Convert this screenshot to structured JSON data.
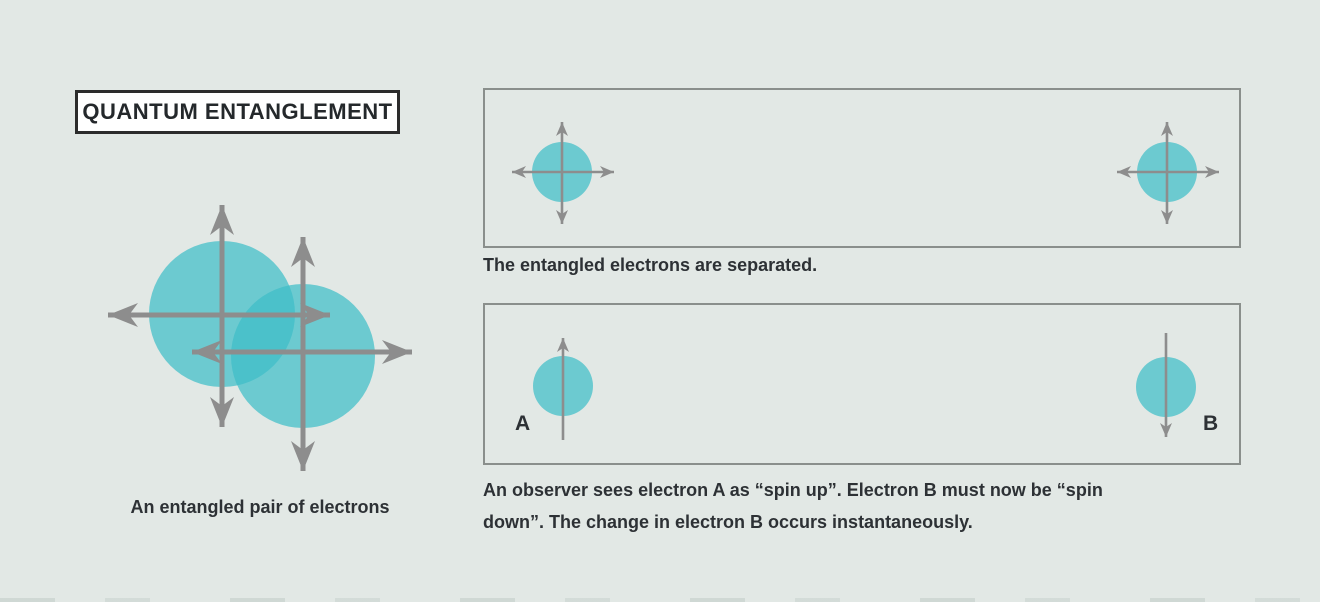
{
  "title": "QUANTUM ENTANGLEMENT",
  "left_diagram": {
    "caption": "An entangled pair of electrons"
  },
  "panel_separated": {
    "caption": "The entangled electrons are separated."
  },
  "panel_observed": {
    "label_a": "A",
    "label_b": "B",
    "caption_lines": [
      "An observer sees electron A as “spin up”. Electron B must now be “spin",
      "down”. The change in electron B occurs instantaneously."
    ]
  },
  "colors": {
    "background": "#e2e8e5",
    "electron_teal": "rgba(62,190,200,0.72)",
    "arrow_gray": "#8d8d8d",
    "panel_border": "#8a8f8c",
    "title_border": "#2c2c2c",
    "text": "#2d3135",
    "title_background": "#ffffff"
  }
}
